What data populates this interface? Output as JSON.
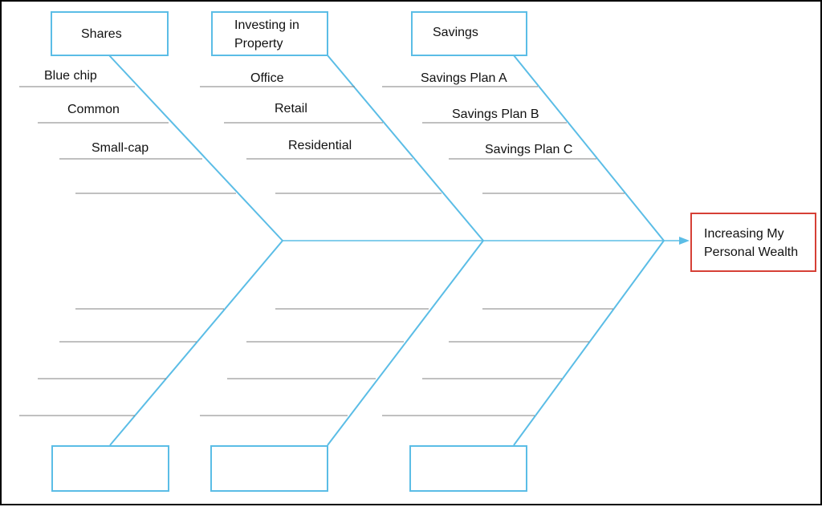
{
  "effect": {
    "label": "Increasing My Personal Wealth",
    "line1": "Increasing My",
    "line2": "Personal Wealth"
  },
  "categories": [
    {
      "name": "Shares",
      "causes": [
        "Blue chip",
        "Common",
        "Small-cap"
      ]
    },
    {
      "name": "Investing in Property",
      "name_line1": "Investing in",
      "name_line2": "Property",
      "causes": [
        "Office",
        "Retail",
        "Residential"
      ]
    },
    {
      "name": "Savings",
      "causes": [
        "Savings Plan A",
        "Savings Plan B",
        "Savings Plan C"
      ]
    }
  ],
  "bottom_categories": [
    {
      "name": ""
    },
    {
      "name": ""
    },
    {
      "name": ""
    }
  ],
  "colors": {
    "spine": "#5bbde6",
    "cause_line": "#808080",
    "effect_border": "#d64036",
    "frame": "#000000"
  }
}
